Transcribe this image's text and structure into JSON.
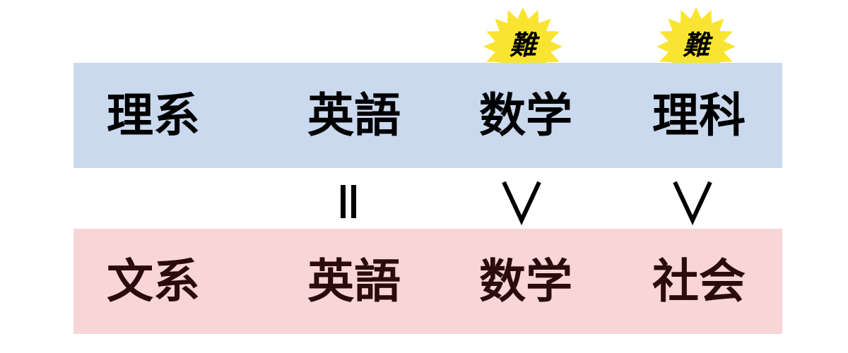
{
  "science_row": {
    "label": "理系",
    "subjects": [
      "英語",
      "数学",
      "理科"
    ],
    "background_color": "#cad9ee"
  },
  "humanities_row": {
    "label": "文系",
    "subjects": [
      "英語",
      "数学",
      "社会"
    ],
    "background_color": "#f8d5d6"
  },
  "comparisons": [
    {
      "subject_index": 0,
      "symbol": "=",
      "meaning": "equal"
    },
    {
      "subject_index": 1,
      "symbol": ">",
      "meaning": "science harder"
    },
    {
      "subject_index": 2,
      "symbol": ">",
      "meaning": "science harder"
    }
  ],
  "difficulty_badges": [
    {
      "subject": "数学",
      "label": "難",
      "color": "#f9e531"
    },
    {
      "subject": "理科",
      "label": "難",
      "color": "#f9e531"
    }
  ]
}
